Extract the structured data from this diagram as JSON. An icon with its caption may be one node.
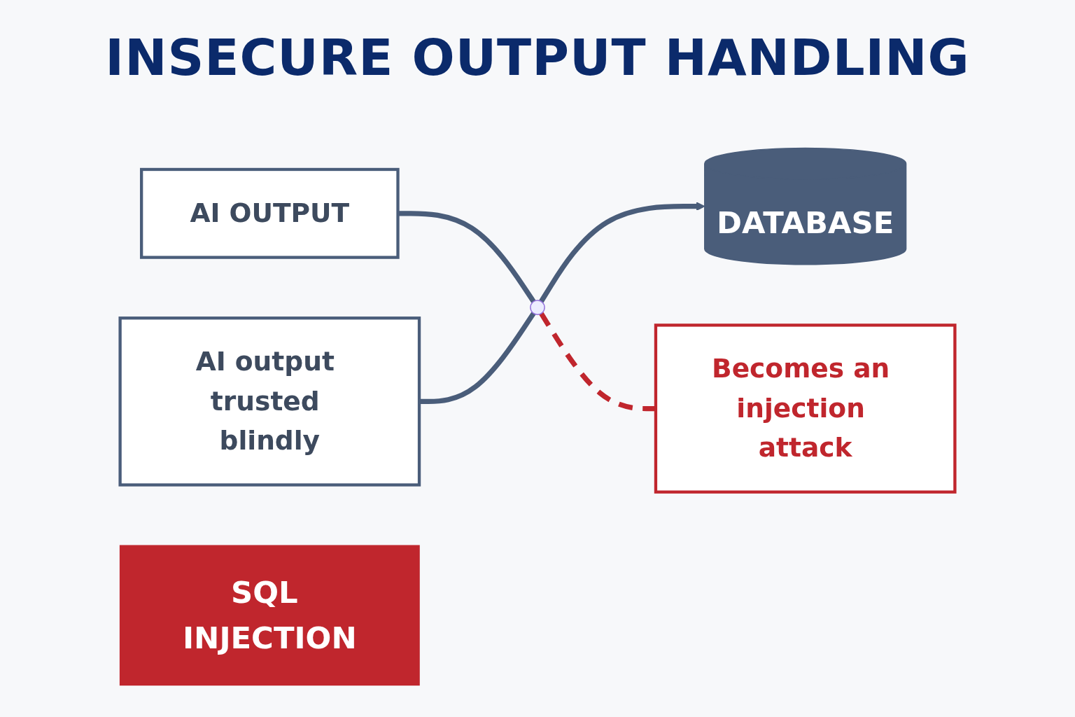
{
  "diagram": {
    "title": "INSECURE OUTPUT HANDLING",
    "nodes": [
      {
        "text": [
          "AI OUTPUT"
        ]
      },
      {
        "text": [],
        "shape": "circle"
      },
      {
        "text": [
          "AI output trusted blindly"
        ]
      },
      {
        "text": [
          "DATABASE"
        ]
      },
      {
        "text": [
          "Becomes an injection attack"
        ]
      },
      {
        "text": [
          "SQL INJECTION"
        ]
      }
    ],
    "edges": [
      {
        "from": 0,
        "to": 1,
        "arrow": "none"
      },
      {
        "from": 1,
        "to": 3,
        "arrow": "to"
      },
      {
        "from": 2,
        "to": 1,
        "arrow": "none"
      },
      {
        "from": 1,
        "to": 4,
        "arrow": "none",
        "style": "dashed",
        "color": "#c0262d"
      }
    ]
  }
}
